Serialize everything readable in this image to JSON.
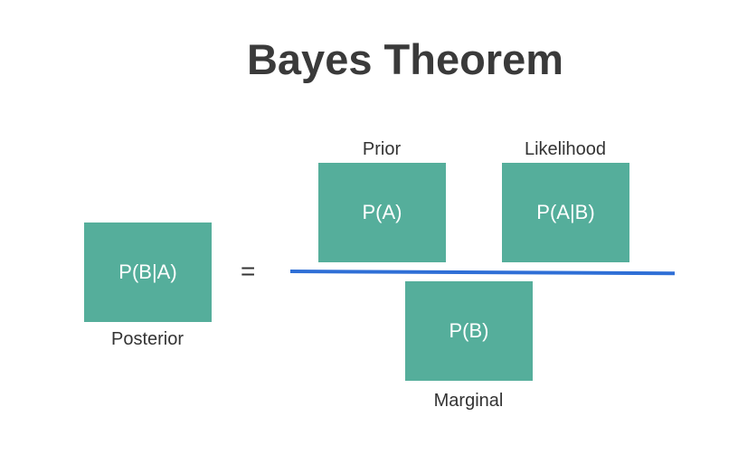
{
  "title": "Bayes Theorem",
  "posterior": {
    "label": "Posterior",
    "term": "P(B|A)"
  },
  "equals": "=",
  "prior": {
    "label": "Prior",
    "term": "P(A)"
  },
  "likelihood": {
    "label": "Likelihood",
    "term": "P(A|B)"
  },
  "marginal": {
    "label": "Marginal",
    "term": "P(B)"
  },
  "colors": {
    "box": "#55ae9b",
    "fraction_line": "#2f6fd6"
  }
}
